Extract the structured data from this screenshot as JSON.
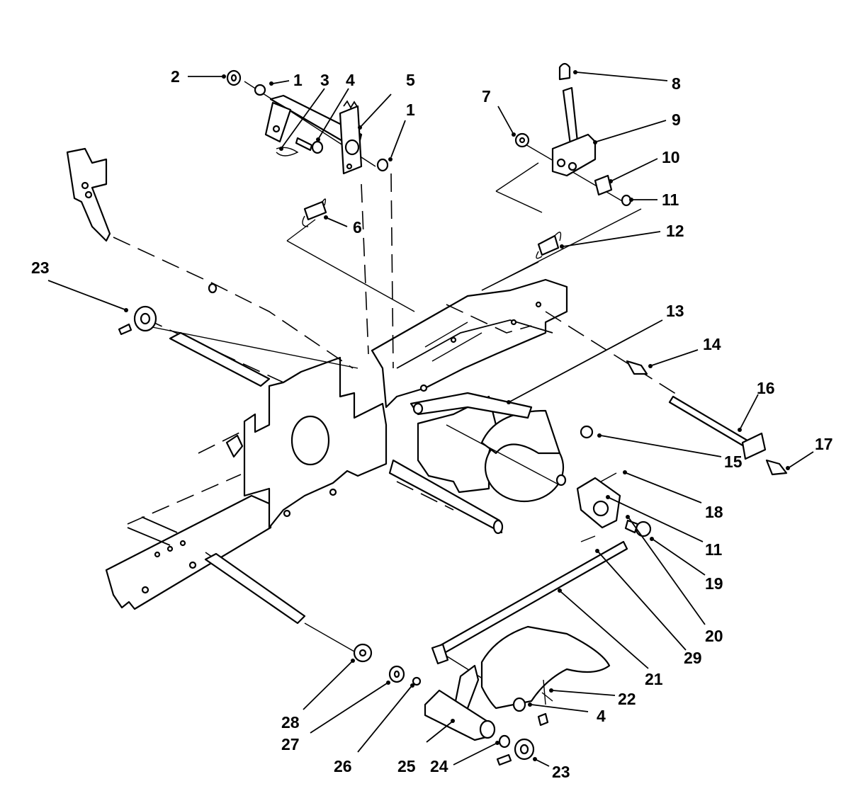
{
  "callouts": [
    {
      "id": "c2",
      "text": "2"
    },
    {
      "id": "c1a",
      "text": "1"
    },
    {
      "id": "c3",
      "text": "3"
    },
    {
      "id": "c4a",
      "text": "4"
    },
    {
      "id": "c5",
      "text": "5"
    },
    {
      "id": "c1b",
      "text": "1"
    },
    {
      "id": "c8",
      "text": "8"
    },
    {
      "id": "c7",
      "text": "7"
    },
    {
      "id": "c9",
      "text": "9"
    },
    {
      "id": "c10",
      "text": "10"
    },
    {
      "id": "c11a",
      "text": "11"
    },
    {
      "id": "c6",
      "text": "6"
    },
    {
      "id": "c12",
      "text": "12"
    },
    {
      "id": "c23a",
      "text": "23"
    },
    {
      "id": "c13",
      "text": "13"
    },
    {
      "id": "c14",
      "text": "14"
    },
    {
      "id": "c16",
      "text": "16"
    },
    {
      "id": "c17",
      "text": "17"
    },
    {
      "id": "c15",
      "text": "15"
    },
    {
      "id": "c18",
      "text": "18"
    },
    {
      "id": "c11b",
      "text": "11"
    },
    {
      "id": "c19",
      "text": "19"
    },
    {
      "id": "c20",
      "text": "20"
    },
    {
      "id": "c29",
      "text": "29"
    },
    {
      "id": "c21",
      "text": "21"
    },
    {
      "id": "c22",
      "text": "22"
    },
    {
      "id": "c4b",
      "text": "4"
    },
    {
      "id": "c28",
      "text": "28"
    },
    {
      "id": "c27",
      "text": "27"
    },
    {
      "id": "c26",
      "text": "26"
    },
    {
      "id": "c25",
      "text": "25"
    },
    {
      "id": "c24",
      "text": "24"
    },
    {
      "id": "c23b",
      "text": "23"
    }
  ]
}
